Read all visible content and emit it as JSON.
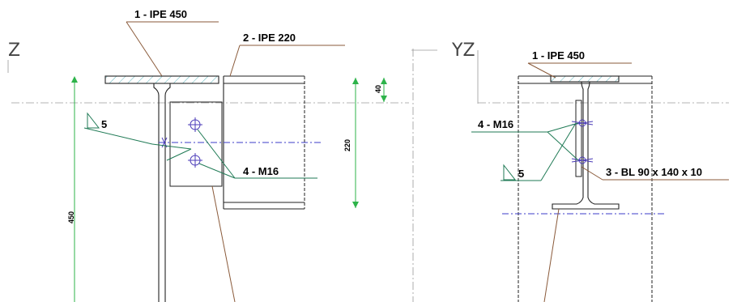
{
  "views": {
    "left": "Z",
    "right": "YZ"
  },
  "labels": {
    "beam1_left": "1 - IPE 450",
    "beam2": "2 - IPE 220",
    "bolts_left": "4 - M16",
    "weld_left": "5",
    "beam1_right": "1 - IPE 450",
    "bolts_right": "4 - M16",
    "weld_right": "5",
    "plate": "3 - BL 90 x 140 x 10"
  },
  "dimensions": {
    "d450": "450",
    "d220": "220",
    "d40": "40"
  },
  "colors": {
    "leader_brown": "#8a5a3a",
    "leader_green": "#1f7a55",
    "hatch": "#2e9ea8",
    "axis": "#3b3bc8",
    "dimension": "#2db34a"
  }
}
